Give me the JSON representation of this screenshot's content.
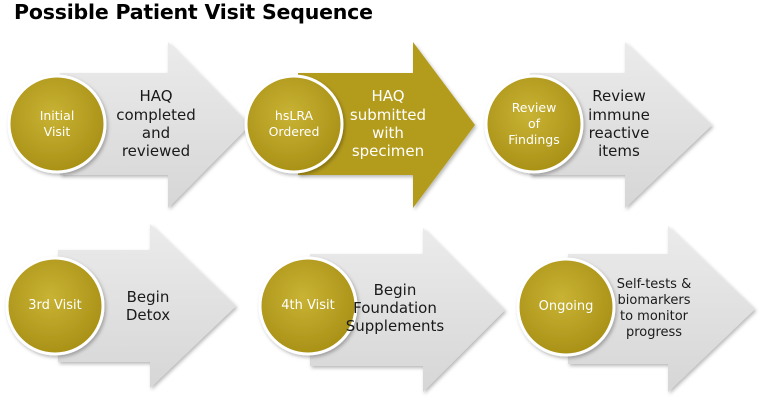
{
  "title": "Possible Patient Visit Sequence",
  "colors": {
    "gold": "#B8A024",
    "gold_dark": "#A88F14",
    "arrow_light": "#E2E2E2",
    "circle_border": "#FFFFFF"
  },
  "steps": [
    {
      "circle": "Initial\nVisit",
      "arrow": "HAQ\ncompleted\nand\nreviewed",
      "highlighted": false
    },
    {
      "circle": "hsLRA\nOrdered",
      "arrow": "HAQ\nsubmitted\nwith\nspecimen",
      "highlighted": true
    },
    {
      "circle": "Review\nof\nFindings",
      "arrow": "Review\nimmune\nreactive\nitems",
      "highlighted": false
    },
    {
      "circle": "3rd Visit",
      "arrow": "Begin\nDetox",
      "highlighted": false
    },
    {
      "circle": "4th Visit",
      "arrow": "Begin\nFoundation\nSupplements",
      "highlighted": false
    },
    {
      "circle": "Ongoing",
      "arrow": "Self-tests &\nbiomarkers\nto monitor\nprogress",
      "highlighted": false
    }
  ]
}
